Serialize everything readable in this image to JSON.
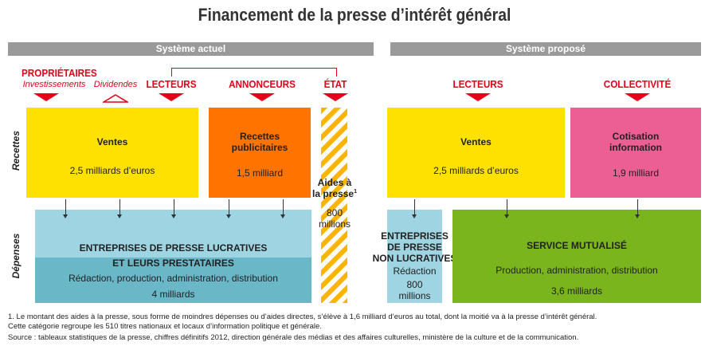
{
  "title": "Financement de la presse d’intérêt général",
  "current": {
    "header": "Système actuel",
    "proprietaires": "PROPRIÉTAIRES",
    "investissements": "Investissements",
    "dividendes": "Dividendes",
    "lecteurs": "LECTEURS",
    "annonceurs": "ANNONCEURS",
    "etat": "ÉTAT",
    "ventes": {
      "title": "Ventes",
      "value": "2,5 milliards d’euros"
    },
    "pub": {
      "title1": "Recettes",
      "title2": "publicitaires",
      "value": "1,5 milliard"
    },
    "aides": {
      "title1": "Aides à",
      "title2": "la presse",
      "sup": "1",
      "value1": "800",
      "value2": "millions"
    },
    "entreprises": {
      "title1": "ENTREPRISES DE PRESSE LUCRATIVES",
      "title2": "ET LEURS PRESTATAIRES",
      "desc": "Rédaction, production, administration, distribution",
      "value": "4 milliards"
    }
  },
  "proposed": {
    "header": "Système proposé",
    "lecteurs": "LECTEURS",
    "collectivite": "COLLECTIVITÉ",
    "ventes": {
      "title": "Ventes",
      "value": "2,5 milliards d’euros"
    },
    "cotisation": {
      "title1": "Cotisation",
      "title2": "information",
      "value": "1,9 milliard"
    },
    "nonlucratives": {
      "t1": "ENTREPRISES",
      "t2": "DE PRESSE",
      "t3": "NON LUCRATIVES",
      "desc": "Rédaction",
      "v1": "800",
      "v2": "millions"
    },
    "service": {
      "title": "SERVICE MUTUALISÉ",
      "desc": "Production, administration, distribution",
      "value": "3,6 milliards"
    }
  },
  "labels": {
    "recettes": "Recettes",
    "depenses": "Dépenses"
  },
  "notes": [
    "1. Le montant des aides à la presse, sous forme de moindres dépenses ou d’aides directes, s’élève à 1,6 milliard d’euros au total, dont la moitié va à la presse d’intérêt général.",
    "Cette catégorie regroupe les 510 titres nationaux et locaux d’information politique et générale.",
    "Source : tableaux statistiques de la presse, chiffres définitifs 2012, direction générale des médias et des affaires culturelles, ministère de la culture et de la communication."
  ]
}
